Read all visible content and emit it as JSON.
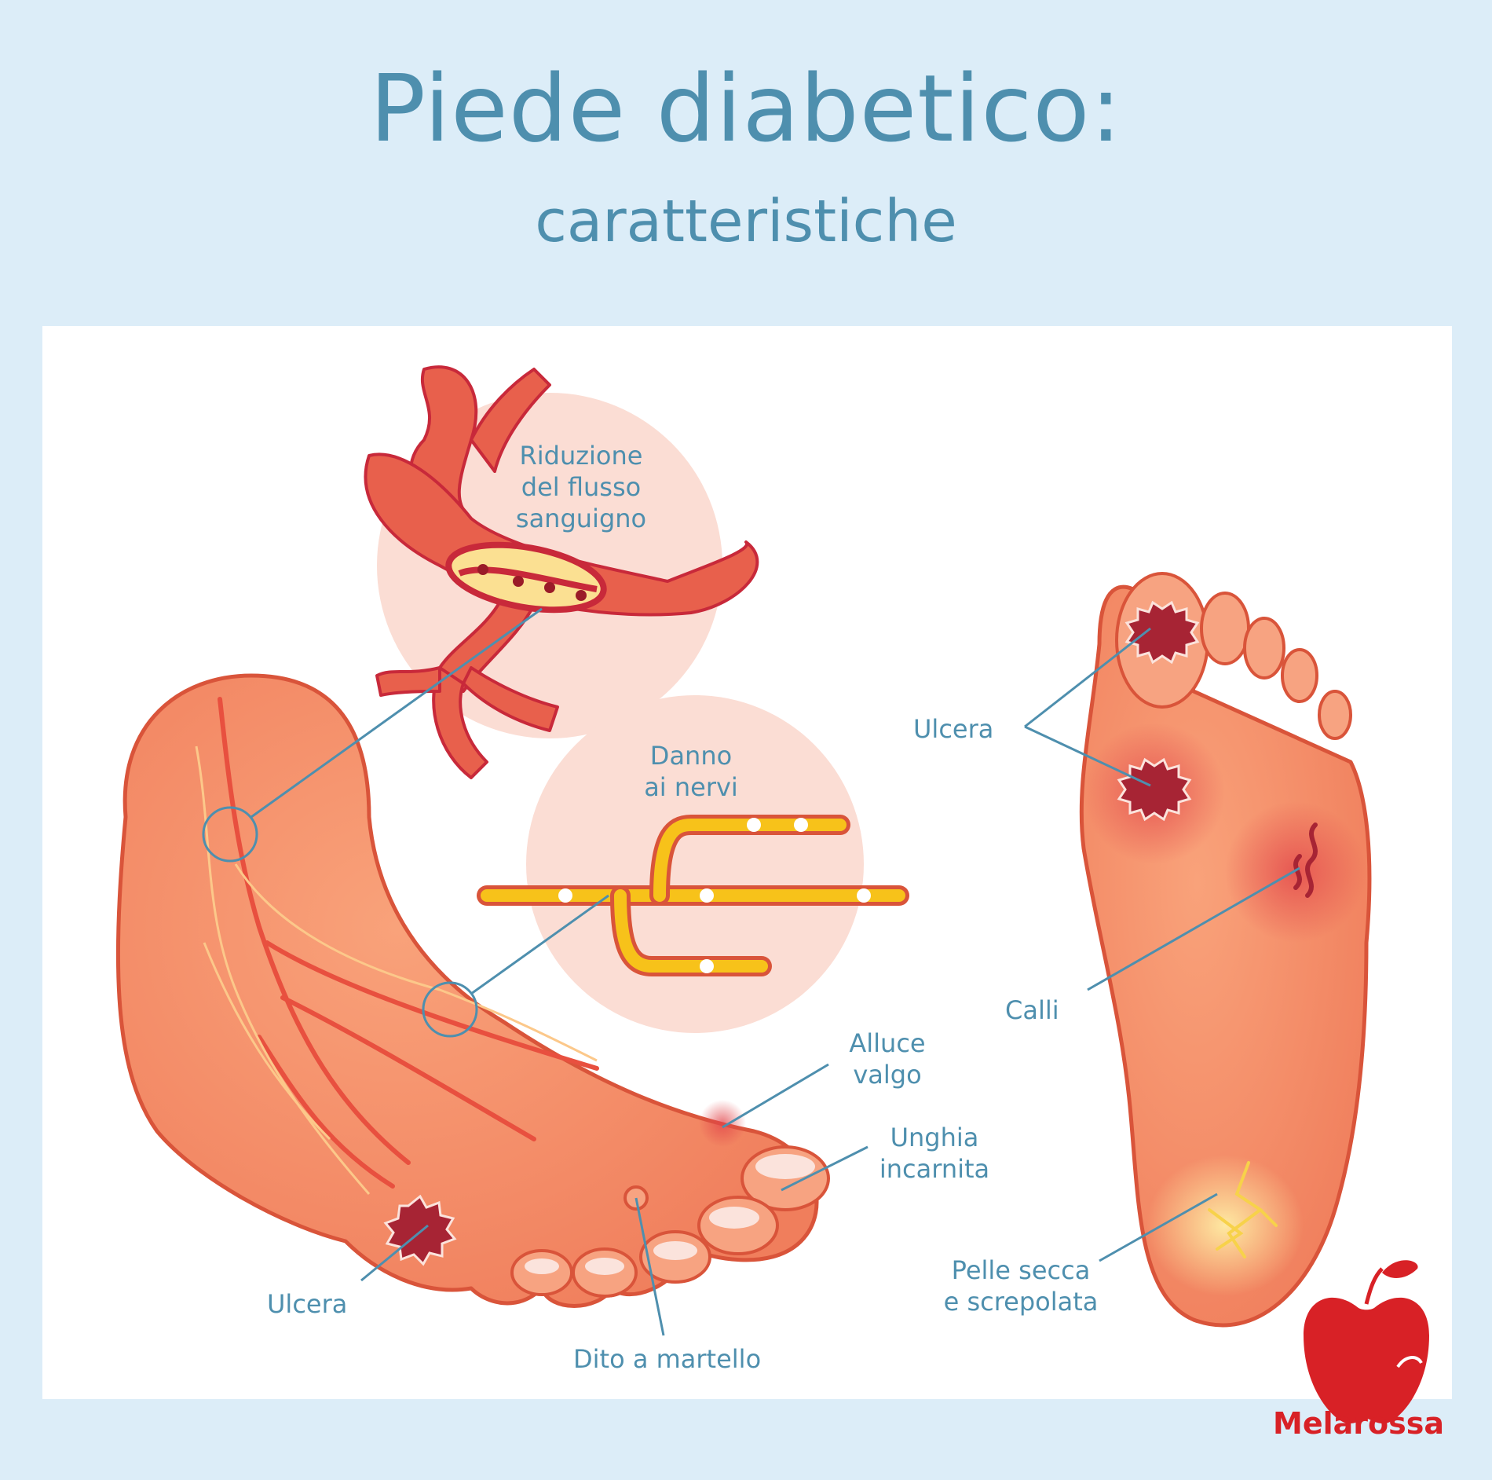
{
  "title": "Piede diabetico:",
  "subtitle": "caratteristiche",
  "labels": {
    "blood_flow": "Riduzione\ndel flusso\nsanguigno",
    "nerve_damage": "Danno\nai nervi",
    "bunion": "Alluce\nvalgo",
    "ingrown_nail": "Unghia\nincarnita",
    "ulcer_left": "Ulcera",
    "hammer_toe": "Dito a martello",
    "ulcer_right": "Ulcera",
    "calluses": "Calli",
    "dry_skin": "Pelle secca\ne screpolata"
  },
  "brand": {
    "name": "Melarossa",
    "logo": "apple-logo"
  },
  "colors": {
    "background": "#dcedf8",
    "title": "#4e8fae",
    "skin": "#f4906a",
    "outline": "#d9543a",
    "nerve": "#f7c21a",
    "brand_red": "#d82126"
  }
}
